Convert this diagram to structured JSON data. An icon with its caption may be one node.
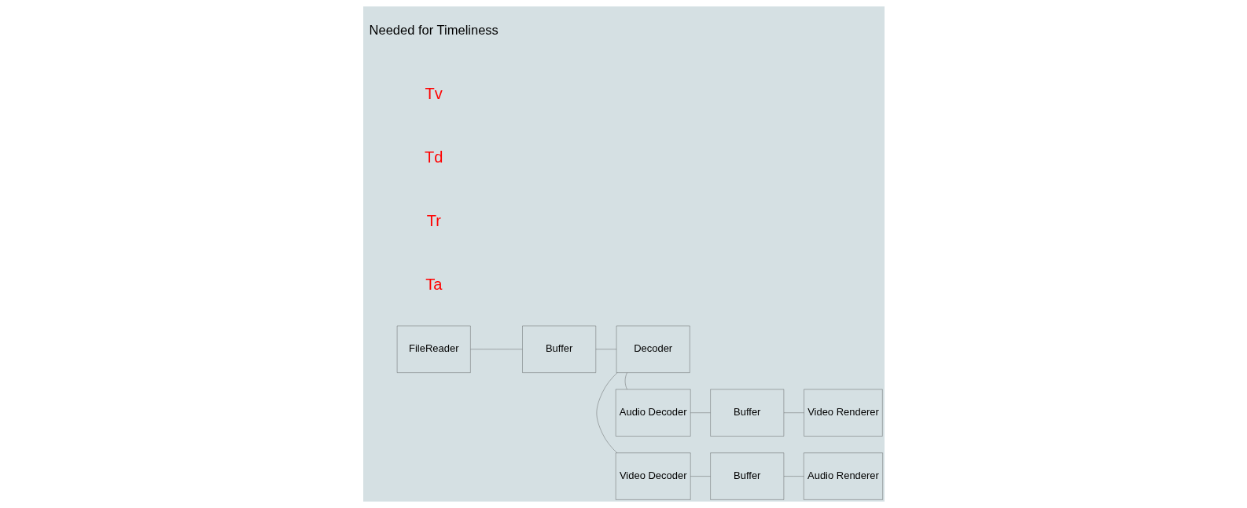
{
  "diagram": {
    "nodes": [
      {
        "text": [
          "Video Decoder"
        ]
      },
      {
        "text": [
          "Buffer"
        ]
      },
      {
        "text": [
          "Audio Renderer"
        ]
      },
      {
        "text": [
          "FileReader"
        ]
      },
      {
        "text": [
          "Buffer"
        ]
      },
      {
        "text": [
          "Decoder"
        ]
      },
      {
        "text": [
          "Audio Decoder"
        ]
      },
      {
        "text": [
          "Buffer"
        ]
      },
      {
        "text": [
          "Video Renderer"
        ]
      }
    ],
    "edges": [
      {
        "from": 0,
        "to": 1,
        "arrow": "none"
      },
      {
        "from": 1,
        "to": 2,
        "arrow": "none"
      },
      {
        "from": 5,
        "to": 0,
        "arrow": "none"
      },
      {
        "from": 3,
        "to": 4,
        "arrow": "none"
      },
      {
        "from": 4,
        "to": 5,
        "arrow": "none"
      },
      {
        "from": 5,
        "to": 6,
        "arrow": "none"
      },
      {
        "from": 6,
        "to": 7,
        "arrow": "none"
      },
      {
        "from": 7,
        "to": 8,
        "arrow": "none"
      }
    ],
    "labels": [
      "Ta",
      "Tr",
      "Td",
      "Tv",
      "Needed for Timeliness"
    ]
  }
}
